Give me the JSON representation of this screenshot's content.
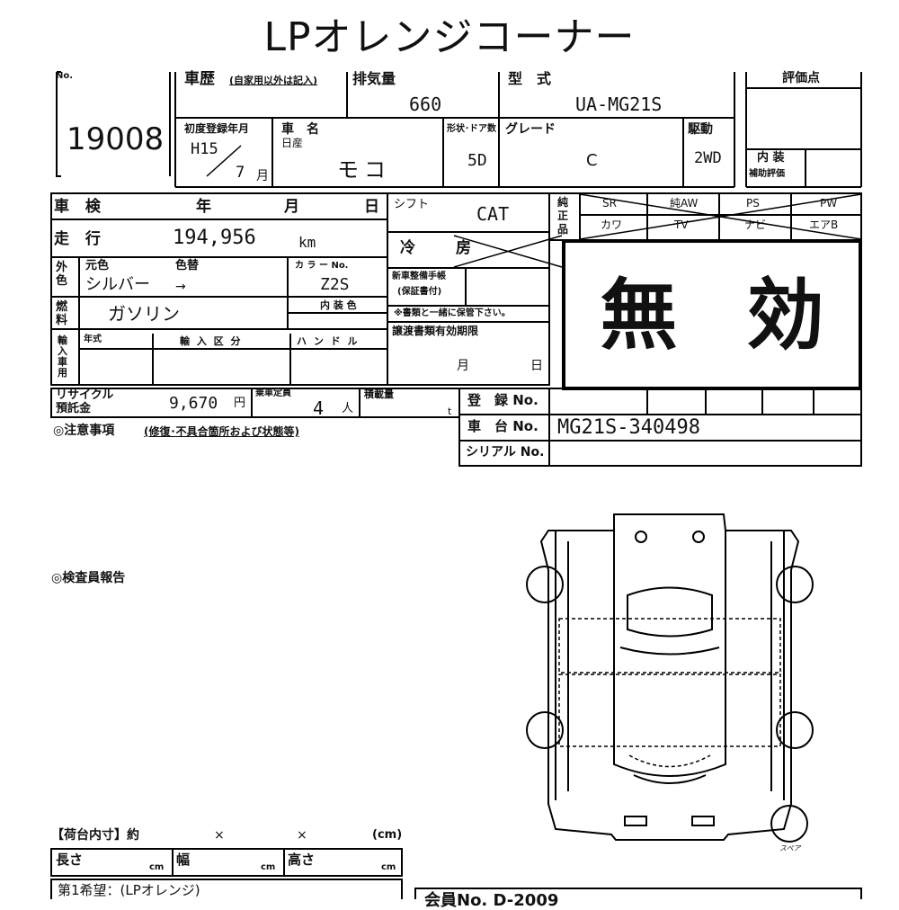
{
  "title": "LPオレンジコーナー",
  "header": {
    "no_label": "No.",
    "lot_number": "19008",
    "history_label": "車歴",
    "history_note": "(自家用以外は記入)",
    "displacement_label": "排気量",
    "displacement": "660",
    "model_label": "型　式",
    "model": "UA-MG21S",
    "score_label": "評価点",
    "first_reg_label": "初度登録年月",
    "first_reg_era": "H15",
    "first_reg_month": "7",
    "month_label": "月",
    "name_label": "車　名",
    "maker": "日産",
    "car_name": "モコ",
    "shape_label": "形状･ドア数",
    "doors": "5D",
    "grade_label": "グレード",
    "grade": "C",
    "drive_label": "駆動",
    "drive": "2WD",
    "interior_label": "内 装",
    "interior_sub": "補助評価"
  },
  "details": {
    "inspection_label": "車 検",
    "year_label": "年",
    "month_label": "月",
    "day_label": "日",
    "shift_label": "シフト",
    "shift": "CAT",
    "mileage_label": "走 行",
    "mileage": "194,956",
    "mileage_unit": "km",
    "aircon_label": "冷　房",
    "outer_label": "外色",
    "original_color_label": "元色",
    "repaint_label": "色替",
    "color_no_label": "カ ラ ー No.",
    "color": "シルバー",
    "arrow": "→",
    "color_no": "Z2S",
    "maint_label_1": "新車整備手帳",
    "maint_label_2": "(保証書付)",
    "maint_note": "※書類と一緒に保管下さい。",
    "fuel_label": "燃料",
    "fuel": "ガソリン",
    "interior_color_label": "内 装 色",
    "import_label": "輸入車用",
    "import_year_label": "年式",
    "import_class_label": "輸 入 区 分",
    "handle_label": "ハ ン ド ル",
    "transfer_label": "譲渡書類有効期限",
    "recycle_label_1": "リサイクル",
    "recycle_label_2": "預託金",
    "recycle_fee": "9,670",
    "yen": "円",
    "capacity_label": "乗車定員",
    "capacity": "4",
    "person": "人",
    "load_label": "積載量",
    "ton": "t",
    "notes_label": "◎注意事項",
    "notes_sub": "(修復･不具合箇所および状態等)"
  },
  "equipment": {
    "label": "純正品",
    "row1": [
      "SR",
      "純AW",
      "PS",
      "PW"
    ],
    "row2": [
      "カワ",
      "TV",
      "ナビ",
      "エアB"
    ]
  },
  "stamp": {
    "chars": [
      "無",
      "効"
    ]
  },
  "numbers": {
    "reg_label": "登　録 No.",
    "chassis_label": "車　台 No.",
    "chassis": "MG21S-340498",
    "serial_label": "シリアル No."
  },
  "report_label": "◎検査員報告",
  "spare_label": "スペア",
  "cargo": {
    "label": "【荷台内寸】約",
    "x1": "×",
    "x2": "×",
    "unit": "(cm)",
    "length_label": "長さ",
    "width_label": "幅",
    "height_label": "高さ",
    "cm": "cm"
  },
  "footer": {
    "wish": "第1希望：(LPオレンジ)",
    "member": "会員No. D-2009"
  }
}
